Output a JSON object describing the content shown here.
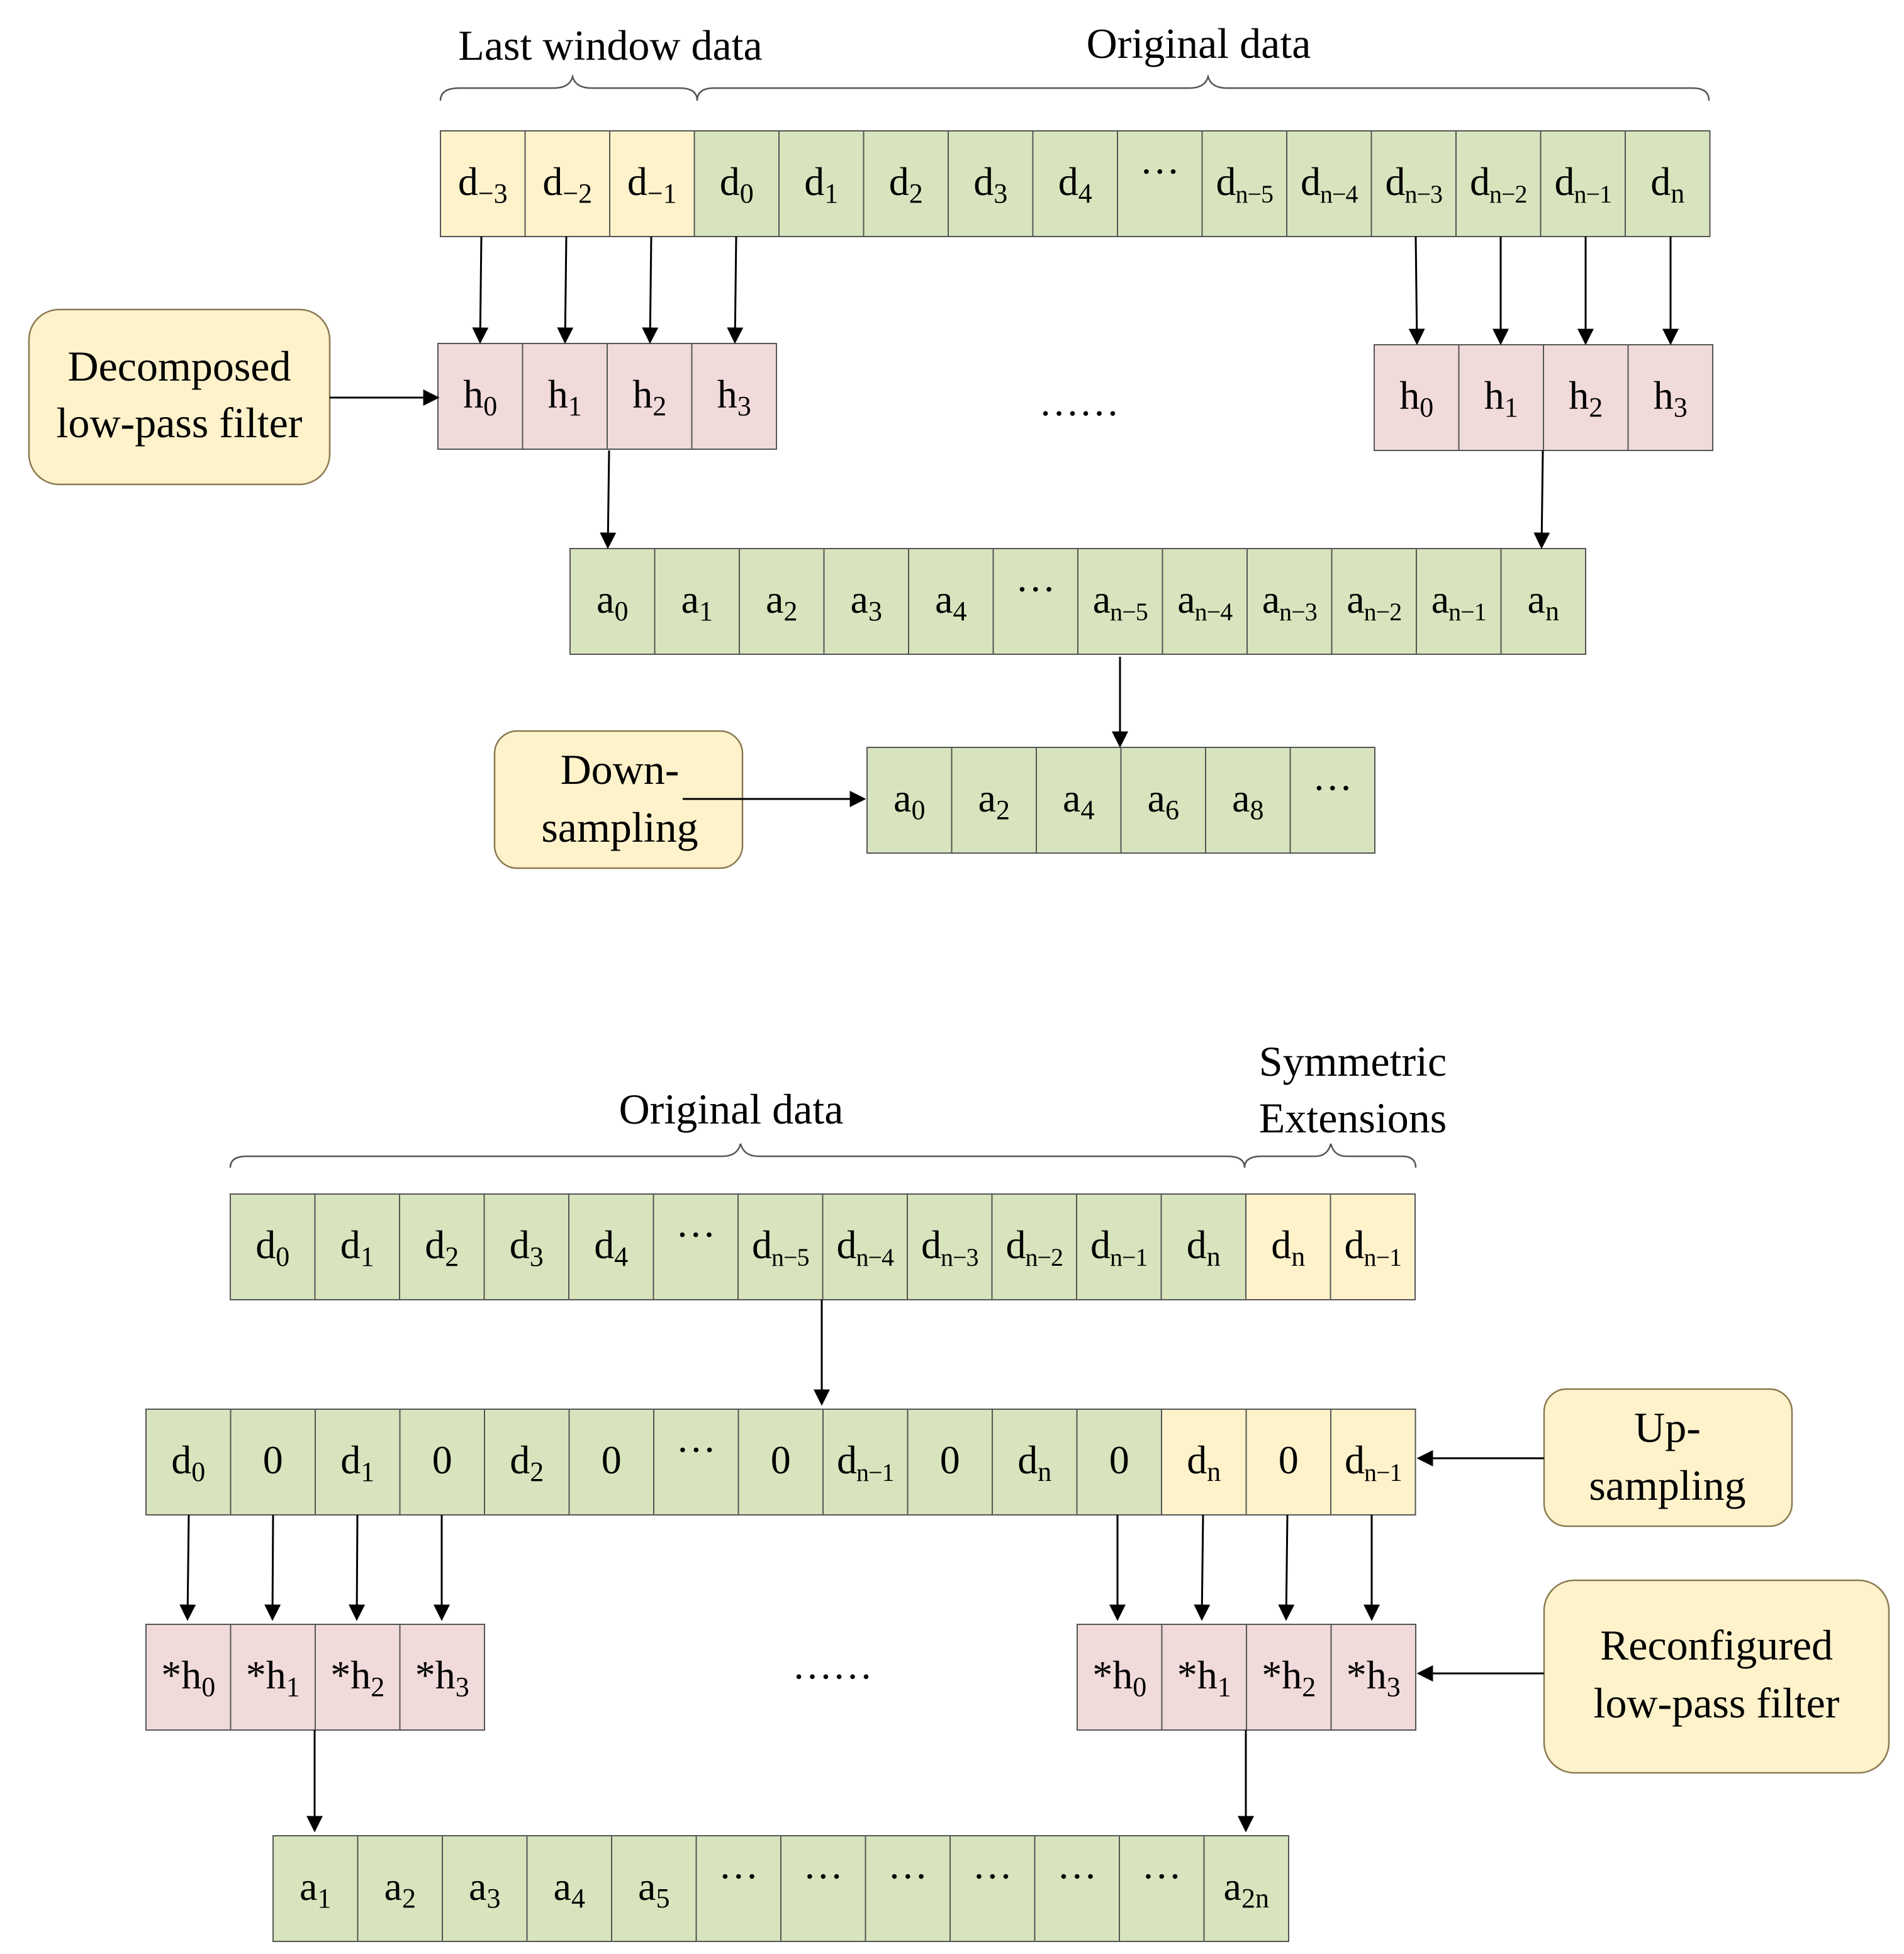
{
  "colors": {
    "green": "#d8e4bd",
    "yellow": "#fef2cb",
    "pink": "#f1dada",
    "cell_stroke": "#555555",
    "box_fill": "#fef2cb",
    "box_stroke": "#8a7a50"
  },
  "top": {
    "brace_last_window": "Last window data",
    "brace_original": "Original data",
    "input_row": [
      {
        "b": "d",
        "s": "−3",
        "c": "yellow"
      },
      {
        "b": "d",
        "s": "−2",
        "c": "yellow"
      },
      {
        "b": "d",
        "s": "−1",
        "c": "yellow"
      },
      {
        "b": "d",
        "s": "0",
        "c": "green"
      },
      {
        "b": "d",
        "s": "1",
        "c": "green"
      },
      {
        "b": "d",
        "s": "2",
        "c": "green"
      },
      {
        "b": "d",
        "s": "3",
        "c": "green"
      },
      {
        "b": "d",
        "s": "4",
        "c": "green"
      },
      {
        "b": "···",
        "s": "",
        "c": "green"
      },
      {
        "b": "d",
        "s": "n−5",
        "c": "green"
      },
      {
        "b": "d",
        "s": "n−4",
        "c": "green"
      },
      {
        "b": "d",
        "s": "n−3",
        "c": "green"
      },
      {
        "b": "d",
        "s": "n−2",
        "c": "green"
      },
      {
        "b": "d",
        "s": "n−1",
        "c": "green"
      },
      {
        "b": "d",
        "s": "n",
        "c": "green"
      }
    ],
    "filter_left": [
      {
        "b": "h",
        "s": "0",
        "c": "pink"
      },
      {
        "b": "h",
        "s": "1",
        "c": "pink"
      },
      {
        "b": "h",
        "s": "2",
        "c": "pink"
      },
      {
        "b": "h",
        "s": "3",
        "c": "pink"
      }
    ],
    "filter_right": [
      {
        "b": "h",
        "s": "0",
        "c": "pink"
      },
      {
        "b": "h",
        "s": "1",
        "c": "pink"
      },
      {
        "b": "h",
        "s": "2",
        "c": "pink"
      },
      {
        "b": "h",
        "s": "3",
        "c": "pink"
      }
    ],
    "filter_dots": "……",
    "approx_row": [
      {
        "b": "a",
        "s": "0",
        "c": "green"
      },
      {
        "b": "a",
        "s": "1",
        "c": "green"
      },
      {
        "b": "a",
        "s": "2",
        "c": "green"
      },
      {
        "b": "a",
        "s": "3",
        "c": "green"
      },
      {
        "b": "a",
        "s": "4",
        "c": "green"
      },
      {
        "b": "···",
        "s": "",
        "c": "green"
      },
      {
        "b": "a",
        "s": "n−5",
        "c": "green"
      },
      {
        "b": "a",
        "s": "n−4",
        "c": "green"
      },
      {
        "b": "a",
        "s": "n−3",
        "c": "green"
      },
      {
        "b": "a",
        "s": "n−2",
        "c": "green"
      },
      {
        "b": "a",
        "s": "n−1",
        "c": "green"
      },
      {
        "b": "a",
        "s": "n",
        "c": "green"
      }
    ],
    "down_row": [
      {
        "b": "a",
        "s": "0",
        "c": "green"
      },
      {
        "b": "a",
        "s": "2",
        "c": "green"
      },
      {
        "b": "a",
        "s": "4",
        "c": "green"
      },
      {
        "b": "a",
        "s": "6",
        "c": "green"
      },
      {
        "b": "a",
        "s": "8",
        "c": "green"
      },
      {
        "b": "···",
        "s": "",
        "c": "green"
      }
    ],
    "box_filter_lines": [
      "Decomposed",
      "low-pass filter"
    ],
    "box_down_lines": [
      "Down-",
      "sampling"
    ]
  },
  "bottom": {
    "brace_original": "Original data",
    "brace_symmetric_lines": [
      "Symmetric",
      "Extensions"
    ],
    "input_row": [
      {
        "b": "d",
        "s": "0",
        "c": "green"
      },
      {
        "b": "d",
        "s": "1",
        "c": "green"
      },
      {
        "b": "d",
        "s": "2",
        "c": "green"
      },
      {
        "b": "d",
        "s": "3",
        "c": "green"
      },
      {
        "b": "d",
        "s": "4",
        "c": "green"
      },
      {
        "b": "···",
        "s": "",
        "c": "green"
      },
      {
        "b": "d",
        "s": "n−5",
        "c": "green"
      },
      {
        "b": "d",
        "s": "n−4",
        "c": "green"
      },
      {
        "b": "d",
        "s": "n−3",
        "c": "green"
      },
      {
        "b": "d",
        "s": "n−2",
        "c": "green"
      },
      {
        "b": "d",
        "s": "n−1",
        "c": "green"
      },
      {
        "b": "d",
        "s": "n",
        "c": "green"
      },
      {
        "b": "d",
        "s": "n",
        "c": "yellow"
      },
      {
        "b": "d",
        "s": "n−1",
        "c": "yellow"
      }
    ],
    "up_row": [
      {
        "b": "d",
        "s": "0",
        "c": "green"
      },
      {
        "b": "0",
        "s": "",
        "c": "green"
      },
      {
        "b": "d",
        "s": "1",
        "c": "green"
      },
      {
        "b": "0",
        "s": "",
        "c": "green"
      },
      {
        "b": "d",
        "s": "2",
        "c": "green"
      },
      {
        "b": "0",
        "s": "",
        "c": "green"
      },
      {
        "b": "···",
        "s": "",
        "c": "green"
      },
      {
        "b": "0",
        "s": "",
        "c": "green"
      },
      {
        "b": "d",
        "s": "n−1",
        "c": "green"
      },
      {
        "b": "0",
        "s": "",
        "c": "green"
      },
      {
        "b": "d",
        "s": "n",
        "c": "green"
      },
      {
        "b": "0",
        "s": "",
        "c": "green"
      },
      {
        "b": "d",
        "s": "n",
        "c": "yellow"
      },
      {
        "b": "0",
        "s": "",
        "c": "yellow"
      },
      {
        "b": "d",
        "s": "n−1",
        "c": "yellow"
      }
    ],
    "filter_left": [
      {
        "b": "*h",
        "s": "0",
        "c": "pink"
      },
      {
        "b": "*h",
        "s": "1",
        "c": "pink"
      },
      {
        "b": "*h",
        "s": "2",
        "c": "pink"
      },
      {
        "b": "*h",
        "s": "3",
        "c": "pink"
      }
    ],
    "filter_right": [
      {
        "b": "*h",
        "s": "0",
        "c": "pink"
      },
      {
        "b": "*h",
        "s": "1",
        "c": "pink"
      },
      {
        "b": "*h",
        "s": "2",
        "c": "pink"
      },
      {
        "b": "*h",
        "s": "3",
        "c": "pink"
      }
    ],
    "filter_dots": "……",
    "result_row": [
      {
        "b": "a",
        "s": "1",
        "c": "green"
      },
      {
        "b": "a",
        "s": "2",
        "c": "green"
      },
      {
        "b": "a",
        "s": "3",
        "c": "green"
      },
      {
        "b": "a",
        "s": "4",
        "c": "green"
      },
      {
        "b": "a",
        "s": "5",
        "c": "green"
      },
      {
        "b": "···",
        "s": "",
        "c": "green"
      },
      {
        "b": "···",
        "s": "",
        "c": "green"
      },
      {
        "b": "···",
        "s": "",
        "c": "green"
      },
      {
        "b": "···",
        "s": "",
        "c": "green"
      },
      {
        "b": "···",
        "s": "",
        "c": "green"
      },
      {
        "b": "···",
        "s": "",
        "c": "green"
      },
      {
        "b": "a",
        "s": "2n",
        "c": "green"
      }
    ],
    "box_up_lines": [
      "Up-",
      "sampling"
    ],
    "box_filter_lines": [
      "Reconfigured",
      "low-pass filter"
    ]
  }
}
